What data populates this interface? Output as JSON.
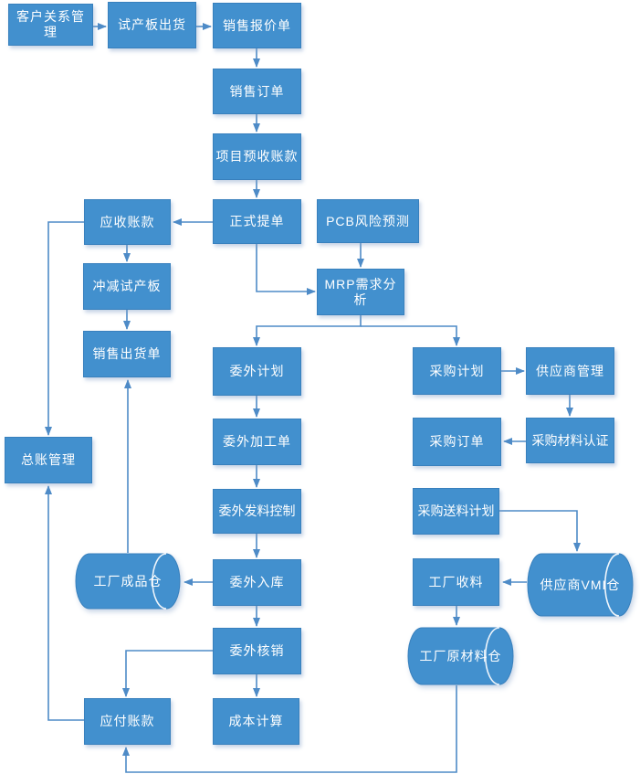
{
  "diagram": {
    "type": "flowchart",
    "language": "zh-CN",
    "colors": {
      "node-fill": "#4290CE",
      "node-border": "#3880BD",
      "connector": "#4E8BC7",
      "node-text": "#FFFFFF",
      "seam": "#EDF4FB",
      "background": "#FFFFFF"
    },
    "nodes": [
      {
        "id": "crm",
        "label": "客户关系管理",
        "shape": "rect"
      },
      {
        "id": "trial-board-shipping",
        "label": "试产板出货",
        "shape": "rect"
      },
      {
        "id": "sales-quotation",
        "label": "销售报价单",
        "shape": "rect"
      },
      {
        "id": "sales-order",
        "label": "销售订单",
        "shape": "rect"
      },
      {
        "id": "project-advance-receipt",
        "label": "项目预收账款",
        "shape": "rect"
      },
      {
        "id": "formal-bill",
        "label": "正式提单",
        "shape": "rect"
      },
      {
        "id": "accounts-receivable",
        "label": "应收账款",
        "shape": "rect"
      },
      {
        "id": "offset-trial-board",
        "label": "冲减试产板",
        "shape": "rect"
      },
      {
        "id": "sales-delivery-note",
        "label": "销售出货单",
        "shape": "rect"
      },
      {
        "id": "pcb-risk-forecast",
        "label": "PCB风险预测",
        "shape": "rect"
      },
      {
        "id": "mrp-analysis",
        "label": "MRP需求分析",
        "shape": "rect"
      },
      {
        "id": "outsourcing-plan",
        "label": "委外计划",
        "shape": "rect"
      },
      {
        "id": "outsourcing-work-order",
        "label": "委外加工单",
        "shape": "rect"
      },
      {
        "id": "outsourcing-material-issue-control",
        "label": "委外发料控制",
        "shape": "rect"
      },
      {
        "id": "outsourcing-inbound",
        "label": "委外入库",
        "shape": "rect"
      },
      {
        "id": "outsourcing-writeoff",
        "label": "委外核销",
        "shape": "rect"
      },
      {
        "id": "cost-calculation",
        "label": "成本计算",
        "shape": "rect"
      },
      {
        "id": "accounts-payable",
        "label": "应付账款",
        "shape": "rect"
      },
      {
        "id": "general-ledger",
        "label": "总账管理",
        "shape": "rect"
      },
      {
        "id": "factory-finished-goods-warehouse",
        "label": "工厂成品仓",
        "shape": "cylinder"
      },
      {
        "id": "purchase-plan",
        "label": "采购计划",
        "shape": "rect"
      },
      {
        "id": "supplier-management",
        "label": "供应商管理",
        "shape": "rect"
      },
      {
        "id": "purchase-order",
        "label": "采购订单",
        "shape": "rect"
      },
      {
        "id": "purchase-material-certification",
        "label": "采购材料认证",
        "shape": "rect"
      },
      {
        "id": "purchase-delivery-plan",
        "label": "采购送料计划",
        "shape": "rect"
      },
      {
        "id": "factory-material-receiving",
        "label": "工厂收料",
        "shape": "rect"
      },
      {
        "id": "supplier-vmi-warehouse",
        "label": "供应商VMI仓",
        "shape": "cylinder"
      },
      {
        "id": "factory-raw-material-warehouse",
        "label": "工厂原材料仓",
        "shape": "cylinder"
      }
    ],
    "edges": [
      {
        "from": "crm",
        "to": "trial-board-shipping"
      },
      {
        "from": "trial-board-shipping",
        "to": "sales-quotation"
      },
      {
        "from": "sales-quotation",
        "to": "sales-order"
      },
      {
        "from": "sales-order",
        "to": "project-advance-receipt"
      },
      {
        "from": "project-advance-receipt",
        "to": "formal-bill"
      },
      {
        "from": "formal-bill",
        "to": "accounts-receivable"
      },
      {
        "from": "formal-bill",
        "to": "mrp-analysis"
      },
      {
        "from": "pcb-risk-forecast",
        "to": "mrp-analysis"
      },
      {
        "from": "accounts-receivable",
        "to": "offset-trial-board"
      },
      {
        "from": "offset-trial-board",
        "to": "sales-delivery-note"
      },
      {
        "from": "accounts-receivable",
        "to": "general-ledger"
      },
      {
        "from": "mrp-analysis",
        "to": "outsourcing-plan"
      },
      {
        "from": "mrp-analysis",
        "to": "purchase-plan"
      },
      {
        "from": "outsourcing-plan",
        "to": "outsourcing-work-order"
      },
      {
        "from": "outsourcing-work-order",
        "to": "outsourcing-material-issue-control"
      },
      {
        "from": "outsourcing-material-issue-control",
        "to": "outsourcing-inbound"
      },
      {
        "from": "outsourcing-inbound",
        "to": "factory-finished-goods-warehouse"
      },
      {
        "from": "outsourcing-inbound",
        "to": "outsourcing-writeoff"
      },
      {
        "from": "factory-finished-goods-warehouse",
        "to": "sales-delivery-note"
      },
      {
        "from": "outsourcing-writeoff",
        "to": "cost-calculation"
      },
      {
        "from": "outsourcing-writeoff",
        "to": "accounts-payable"
      },
      {
        "from": "accounts-payable",
        "to": "general-ledger"
      },
      {
        "from": "purchase-plan",
        "to": "supplier-management"
      },
      {
        "from": "supplier-management",
        "to": "purchase-material-certification"
      },
      {
        "from": "purchase-material-certification",
        "to": "purchase-order"
      },
      {
        "from": "purchase-delivery-plan",
        "to": "supplier-vmi-warehouse"
      },
      {
        "from": "supplier-vmi-warehouse",
        "to": "factory-material-receiving"
      },
      {
        "from": "factory-material-receiving",
        "to": "factory-raw-material-warehouse"
      },
      {
        "from": "factory-raw-material-warehouse",
        "to": "accounts-payable"
      }
    ]
  }
}
